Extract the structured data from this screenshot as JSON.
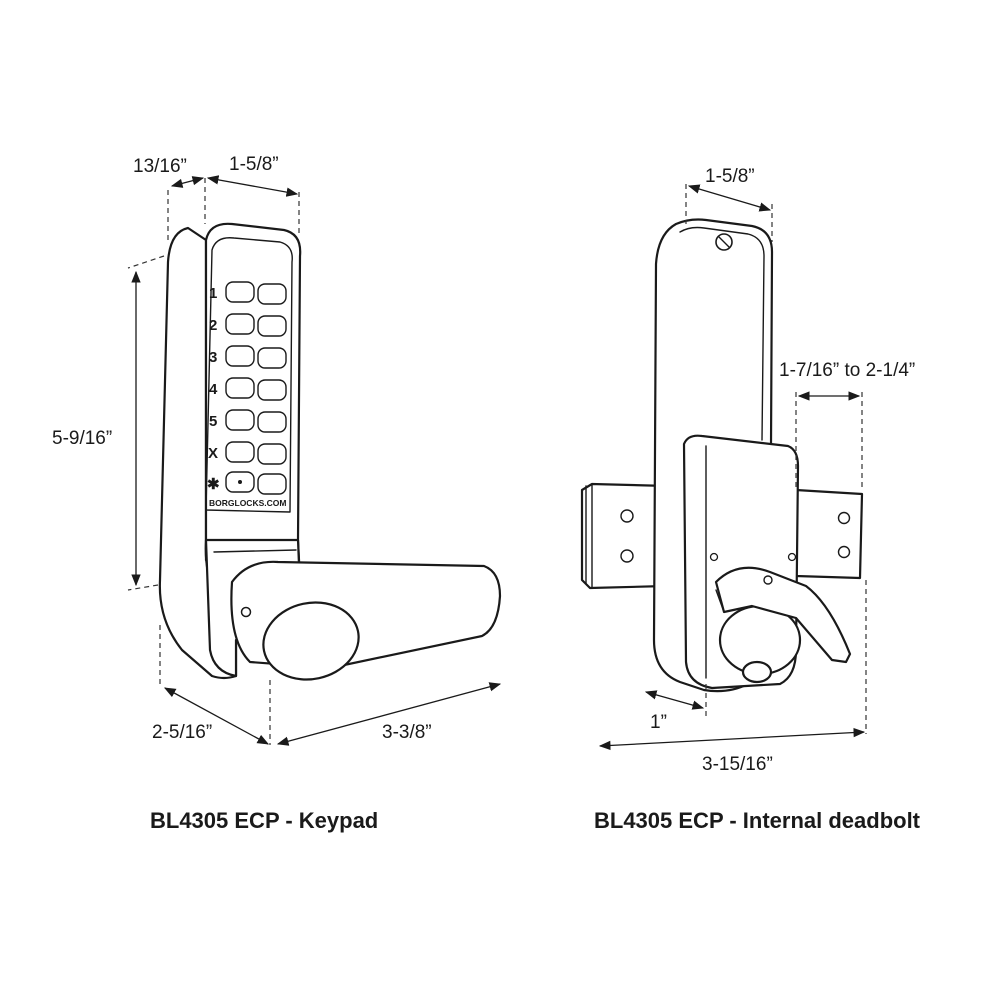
{
  "keypad_view": {
    "caption": "BL4305 ECP - Keypad",
    "dims": {
      "depth_top": "13/16”",
      "width_top": "1-5/8”",
      "height": "5-9/16”",
      "depth_bottom": "2-5/16”",
      "lever_length": "3-3/8”"
    },
    "key_labels": [
      "1",
      "2",
      "3",
      "4",
      "5",
      "X",
      "✱"
    ],
    "brand_text": "BORGLOCKS.COM"
  },
  "deadbolt_view": {
    "caption": "BL4305 ECP - Internal deadbolt",
    "dims": {
      "width_top": "1-5/8”",
      "bolt_range": "1-7/16” to 2-1/4”",
      "thumbturn_offset": "1”",
      "overall_width": "3-15/16”"
    }
  },
  "colors": {
    "line": "#1a1a1a",
    "background": "#ffffff"
  }
}
